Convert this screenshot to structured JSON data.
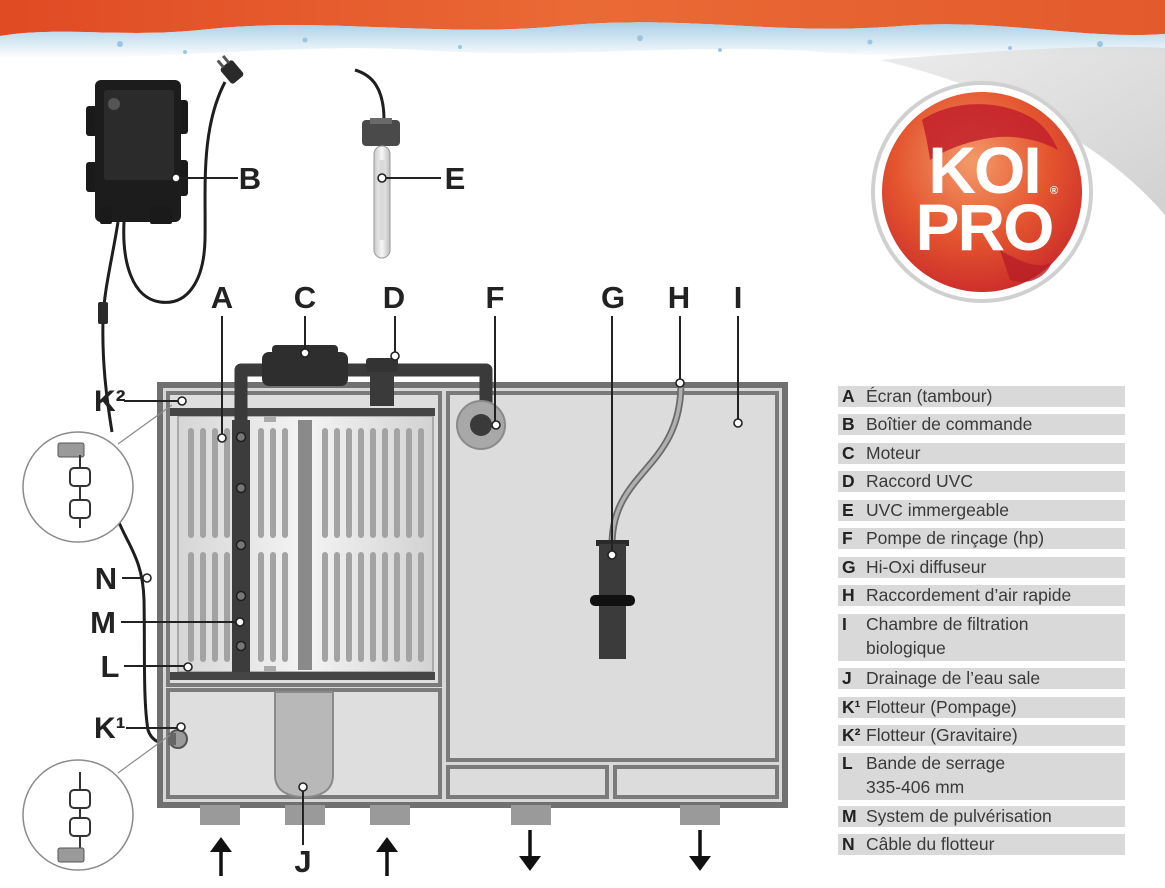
{
  "labels": {
    "A": "A",
    "B": "B",
    "C": "C",
    "D": "D",
    "E": "E",
    "F": "F",
    "G": "G",
    "H": "H",
    "I": "I",
    "J": "J",
    "K1": "K¹",
    "K2": "K²",
    "L": "L",
    "M": "M",
    "N": "N"
  },
  "legend": [
    {
      "letter": "A",
      "lines": [
        "Écran (tambour)"
      ]
    },
    {
      "letter": "B",
      "lines": [
        "Boîtier de commande"
      ]
    },
    {
      "letter": "C",
      "lines": [
        "Moteur"
      ]
    },
    {
      "letter": "D",
      "lines": [
        "Raccord UVC"
      ]
    },
    {
      "letter": "E",
      "lines": [
        "UVC immergeable"
      ]
    },
    {
      "letter": "F",
      "lines": [
        "Pompe de rinçage (hp)"
      ]
    },
    {
      "letter": "G",
      "lines": [
        "Hi-Oxi diffuseur"
      ]
    },
    {
      "letter": "H",
      "lines": [
        "Raccordement d’air rapide"
      ]
    },
    {
      "letter": "I",
      "lines": [
        "Chambre de filtration",
        "biologique"
      ]
    },
    {
      "letter": "J",
      "lines": [
        "Drainage de l’eau sale"
      ]
    },
    {
      "letter": "K¹",
      "lines": [
        "Flotteur (Pompage)"
      ]
    },
    {
      "letter": "K²",
      "lines": [
        "Flotteur (Gravitaire)"
      ]
    },
    {
      "letter": "L",
      "lines": [
        "Bande de serrage",
        "335-406 mm"
      ]
    },
    {
      "letter": "M",
      "lines": [
        "System de pulvérisation"
      ]
    },
    {
      "letter": "N",
      "lines": [
        "Câble du flotteur"
      ]
    }
  ],
  "logo": {
    "line1": "KOI",
    "line2": "PRO",
    "mark": "®"
  },
  "colors": {
    "header_orange": "#e4532a",
    "logo_red": "#d9362b",
    "legend_bar": "#d9d9d9",
    "tank_fill": "#d8d8d8",
    "tank_stroke": "#707070"
  }
}
